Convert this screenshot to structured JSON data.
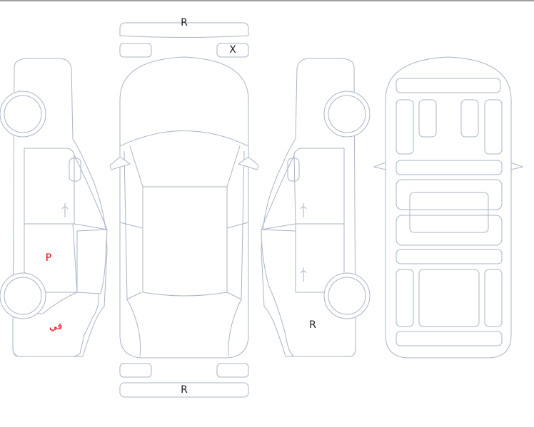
{
  "colors": {
    "outline": "#aab4c6",
    "damage_fill": "#fde0dc",
    "damage_stroke": "#e9a7a0",
    "label_dark": "#222222",
    "label_red": "#e00000",
    "top_rule": "#444444"
  },
  "labels": {
    "front_bumper": "R",
    "front_right_small": "X",
    "rear_bumper": "R",
    "left_front_door": "P",
    "left_front_fender": "في",
    "right_front_fender": "R"
  },
  "damaged_parts": [
    "front-bumper",
    "front-right-small-panel",
    "rear-bumper",
    "left-front-door",
    "left-front-fender",
    "right-front-fender"
  ]
}
